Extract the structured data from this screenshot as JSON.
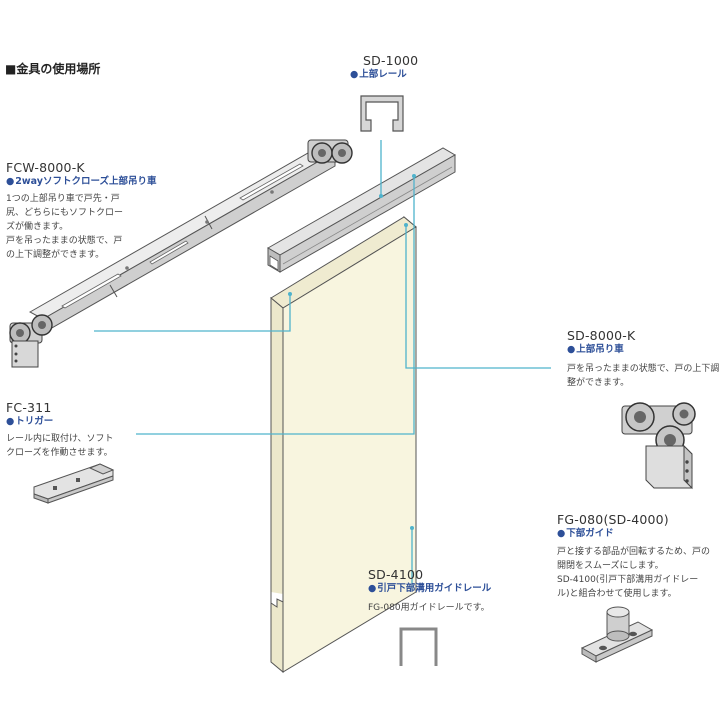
{
  "title": "■金具の使用場所",
  "colors": {
    "leader": "#4fb3cc",
    "category": "#2d4f98",
    "door_face": "#f8f5df",
    "metal": "#dcdcdc",
    "outline": "#555555"
  },
  "parts": {
    "sd1000": {
      "model": "SD-1000",
      "category": "上部レール"
    },
    "fcw8000k": {
      "model": "FCW-8000-K",
      "category": "2wayソフトクローズ上部吊り車",
      "desc_lines": [
        "1つの上部吊り車で戸先・戸",
        "尻、どちらにもソフトクロー",
        "ズが働きます。",
        "戸を吊ったままの状態で、戸",
        "の上下調整ができます。"
      ]
    },
    "fc311": {
      "model": "FC-311",
      "category": "トリガー",
      "desc_lines": [
        "レール内に取付け、ソフト",
        "クローズを作動させます。"
      ]
    },
    "sd8000k": {
      "model": "SD-8000-K",
      "category": "上部吊り車",
      "desc_lines": [
        "戸を吊ったままの状態で、戸の上下調",
        "整ができます。"
      ]
    },
    "fg080": {
      "model": "FG-080",
      "model_suffix": "(SD-4000)",
      "category": "下部ガイド",
      "desc_lines": [
        "戸と接する部品が回転するため、戸の",
        "開閉をスムーズにします。",
        "SD-4100(引戸下部溝用ガイドレー",
        "ル)と組合わせて使用します。"
      ]
    },
    "sd4100": {
      "model": "SD-4100",
      "category": "引戸下部溝用ガイドレール",
      "desc_lines": [
        "FG-080用ガイドレールです。"
      ]
    }
  }
}
